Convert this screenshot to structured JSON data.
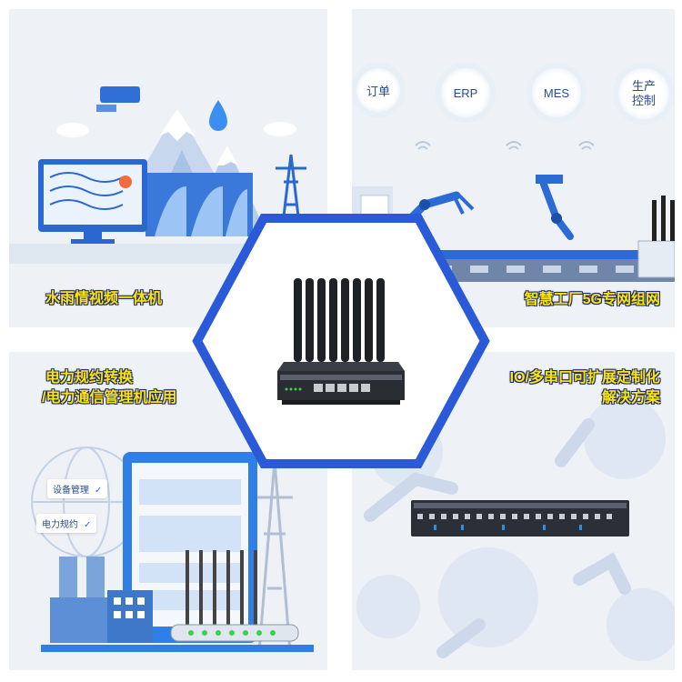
{
  "captions": {
    "hydro": "水雨情视频一体机",
    "factory": "智慧工厂5G专网组网",
    "power_line1": "电力规约转换",
    "power_line2": "/电力通信管理机应用",
    "io_line1": "IO/多串口可扩展定制化",
    "io_line2": "解决方案"
  },
  "factory_bubbles": {
    "order": "订单",
    "erp": "ERP",
    "mes": "MES",
    "control_line1": "生产",
    "control_line2": "控制"
  },
  "power_tags": {
    "device_mgmt": "设备管理",
    "protocol": "电力规约"
  },
  "colors": {
    "hex_border": "#2a5ad8",
    "caption_text": "#ffe600",
    "panel_bg": "#eef1f6",
    "accent_blue": "#2f7fe6"
  }
}
